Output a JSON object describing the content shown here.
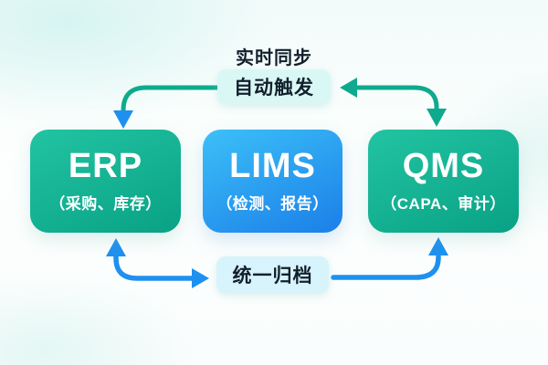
{
  "diagram": {
    "sync_label": "实时同步",
    "trigger_label": "自动触发",
    "archive_label": "统一归档",
    "nodes": [
      {
        "title": "ERP",
        "subtitle": "（采购、库存）",
        "gradient_top": "#22c4a2",
        "gradient_bottom": "#09a185"
      },
      {
        "title": "LIMS",
        "subtitle": "（检测、报告）",
        "gradient_top": "#3cc0f8",
        "gradient_bottom": "#1b7fe8"
      },
      {
        "title": "QMS",
        "subtitle": "（CAPA、审计）",
        "gradient_top": "#22c4a2",
        "gradient_bottom": "#09a185"
      }
    ],
    "colors": {
      "teal_arrow": "#0faa8e",
      "blue_arrow": "#1e90f0",
      "badge_top_bg": "#d9f8f5",
      "badge_bottom_bg": "#d7f3fb",
      "badge_text": "#12202c",
      "node_text": "#ffffff"
    }
  }
}
